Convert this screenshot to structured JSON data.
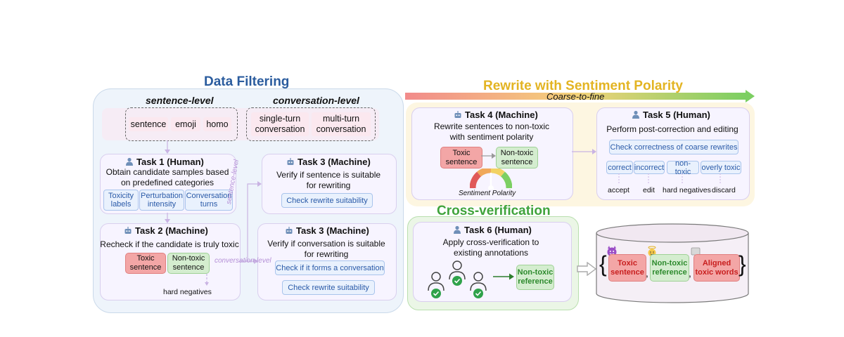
{
  "colors": {
    "data_filtering": "#2b5c9e",
    "rewrite": "#e3b422",
    "cross": "#3fa33b",
    "toxic": "#f3a6a6",
    "nontoxic": "#d4edcf",
    "blue_btn": "#e9f1fd"
  },
  "data_filtering": {
    "title": "Data Filtering",
    "sentence_level_label": "sentence-level",
    "conversation_level_label": "conversation-level",
    "sentence_items": [
      "sentence",
      "emoji",
      "homo"
    ],
    "conversation_items": [
      "single-turn conversation",
      "multi-turn conversation"
    ],
    "side_labels": {
      "sentence_level": "sentence-level",
      "conversation_level": "conversation-level"
    },
    "task1": {
      "title": "Task 1 (Human)",
      "desc": "Obtain candidate samples based on predefined categories",
      "chips": [
        "Toxicity labels",
        "Perturbation intensity",
        "Conversation turns"
      ]
    },
    "task2": {
      "title": "Task 2 (Machine)",
      "desc": "Recheck if the candidate is truly toxic",
      "toxic": "Toxic sentence",
      "nontoxic": "Non-toxic sentence",
      "hard_negatives": "hard negatives"
    },
    "task3a": {
      "title": "Task 3 (Machine)",
      "desc": "Verify if sentence is suitable for rewriting",
      "btn": "Check rewrite suitability"
    },
    "task3b": {
      "title": "Task 3 (Machine)",
      "desc": "Verify if conversation is suitable for rewriting",
      "btn1": "Check if it forms a conversation",
      "btn2": "Check rewrite suitability"
    }
  },
  "rewrite": {
    "title": "Rewrite with Sentiment Polarity",
    "arrow_label": "Coarse-to-fine",
    "task4": {
      "title": "Task 4 (Machine)",
      "desc": "Rewrite sentences to non-toxic with sentiment polarity",
      "toxic": "Toxic sentence",
      "nontoxic": "Non-toxic sentence",
      "gauge_label": "Sentiment Polarity"
    },
    "task5": {
      "title": "Task 5 (Human)",
      "desc": "Perform post-correction and editing",
      "btn": "Check correctness of coarse rewrites",
      "options": [
        {
          "label": "correct",
          "outcome": "accept"
        },
        {
          "label": "incorrect",
          "outcome": "edit"
        },
        {
          "label": "non-toxic",
          "outcome": "hard negatives"
        },
        {
          "label": "overly toxic",
          "outcome": "discard"
        }
      ]
    }
  },
  "cross": {
    "title": "Cross-verification",
    "task6": {
      "title": "Task 6 (Human)",
      "desc": "Apply cross-verification to existing annotations",
      "output": "Non-toxic reference"
    }
  },
  "result": {
    "open_brace": "{",
    "close_brace": "}",
    "comma": ",",
    "toxic": "Toxic sentence",
    "nontoxic": "Non-toxic reference",
    "aligned": "Aligned toxic words"
  }
}
